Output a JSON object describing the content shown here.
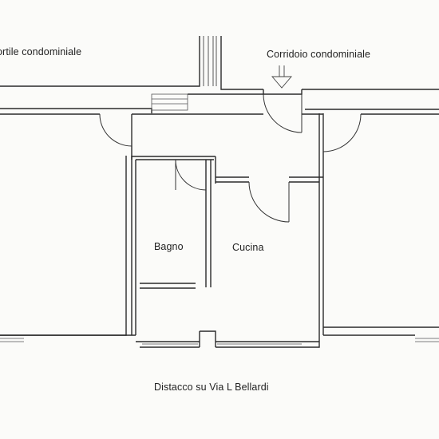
{
  "plan": {
    "labels": {
      "cortile": "ortile condominiale",
      "corridoio": "Corridoio condominiale",
      "bagno": "Bagno",
      "cucina": "Cucina",
      "distacco": "Distacco su Via L Bellardi"
    }
  }
}
